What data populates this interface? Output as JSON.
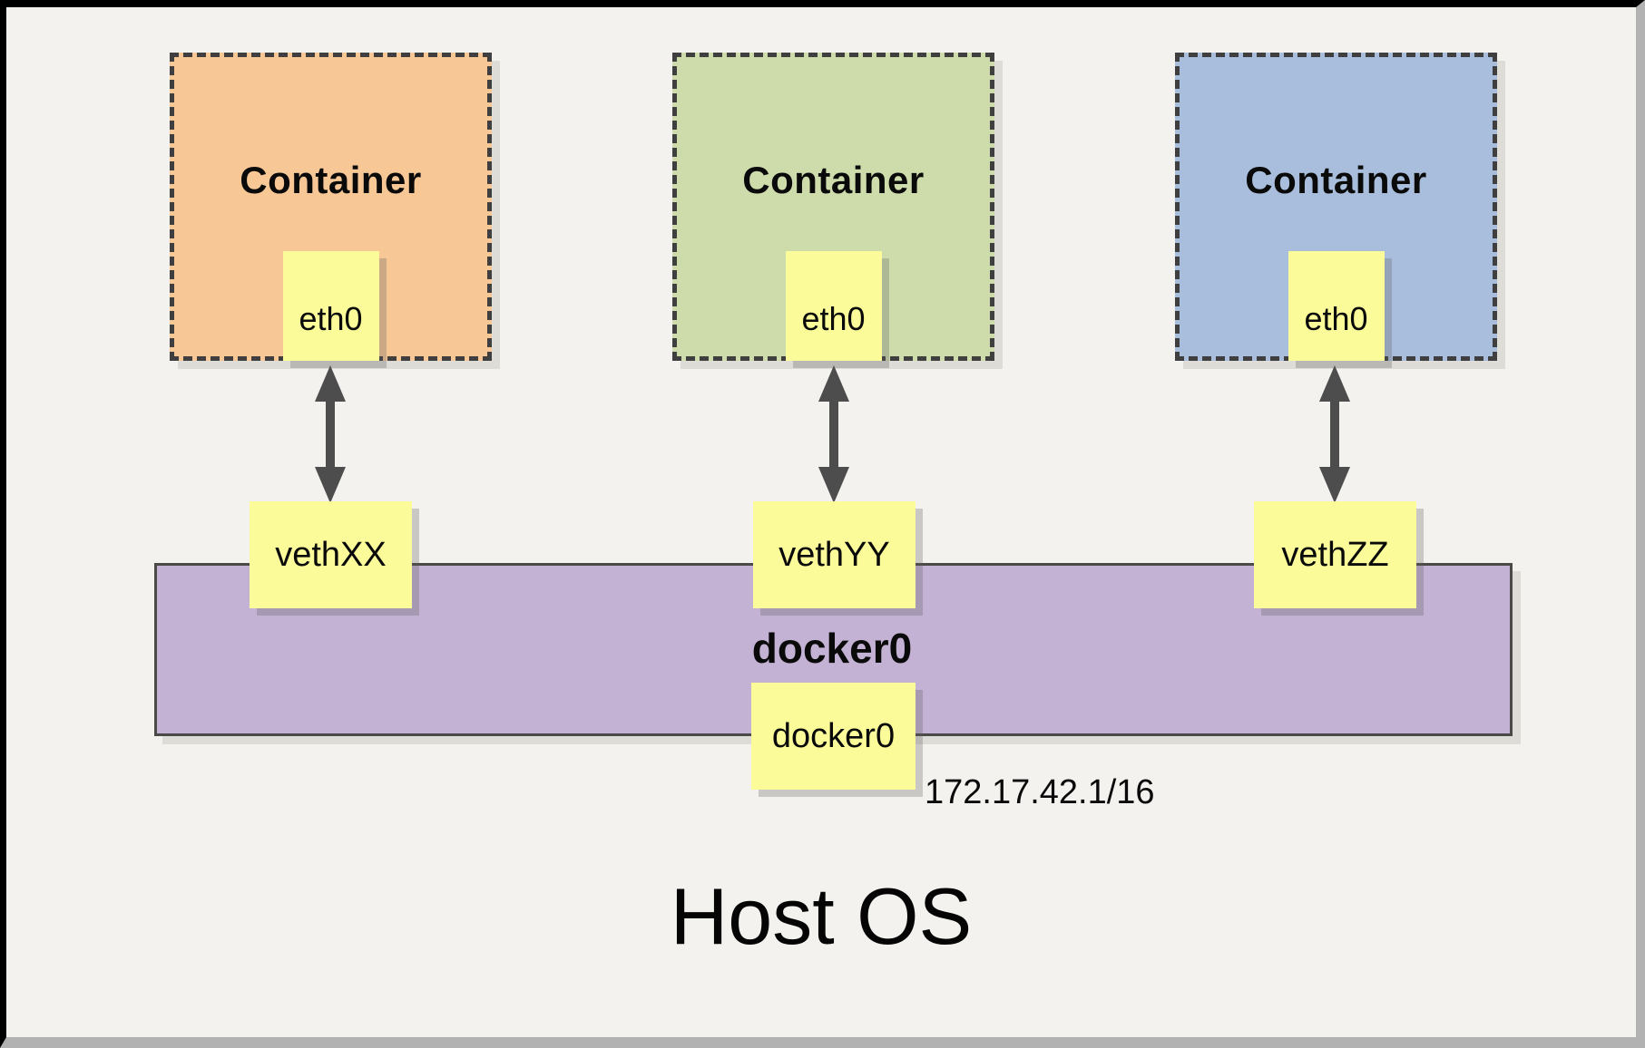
{
  "diagram": {
    "host_label": "Host OS",
    "containers": [
      {
        "title": "Container",
        "interface": "eth0"
      },
      {
        "title": "Container",
        "interface": "eth0"
      },
      {
        "title": "Container",
        "interface": "eth0"
      }
    ],
    "veth_interfaces": [
      {
        "label": "vethXX"
      },
      {
        "label": "vethYY"
      },
      {
        "label": "vethZZ"
      }
    ],
    "bridge": {
      "label": "docker0",
      "interface": "docker0",
      "ip": "172.17.42.1/16"
    },
    "colors": {
      "container_orange": "#F7C796",
      "container_green": "#CEDCAC",
      "container_blue": "#A9BEDC",
      "bridge_purple": "#C3B2D4",
      "interface_yellow": "#FBFB9A",
      "background": "#F4F2EE",
      "arrow_gray": "#4D4D4D",
      "dash_border": "#3F3F3F"
    }
  }
}
